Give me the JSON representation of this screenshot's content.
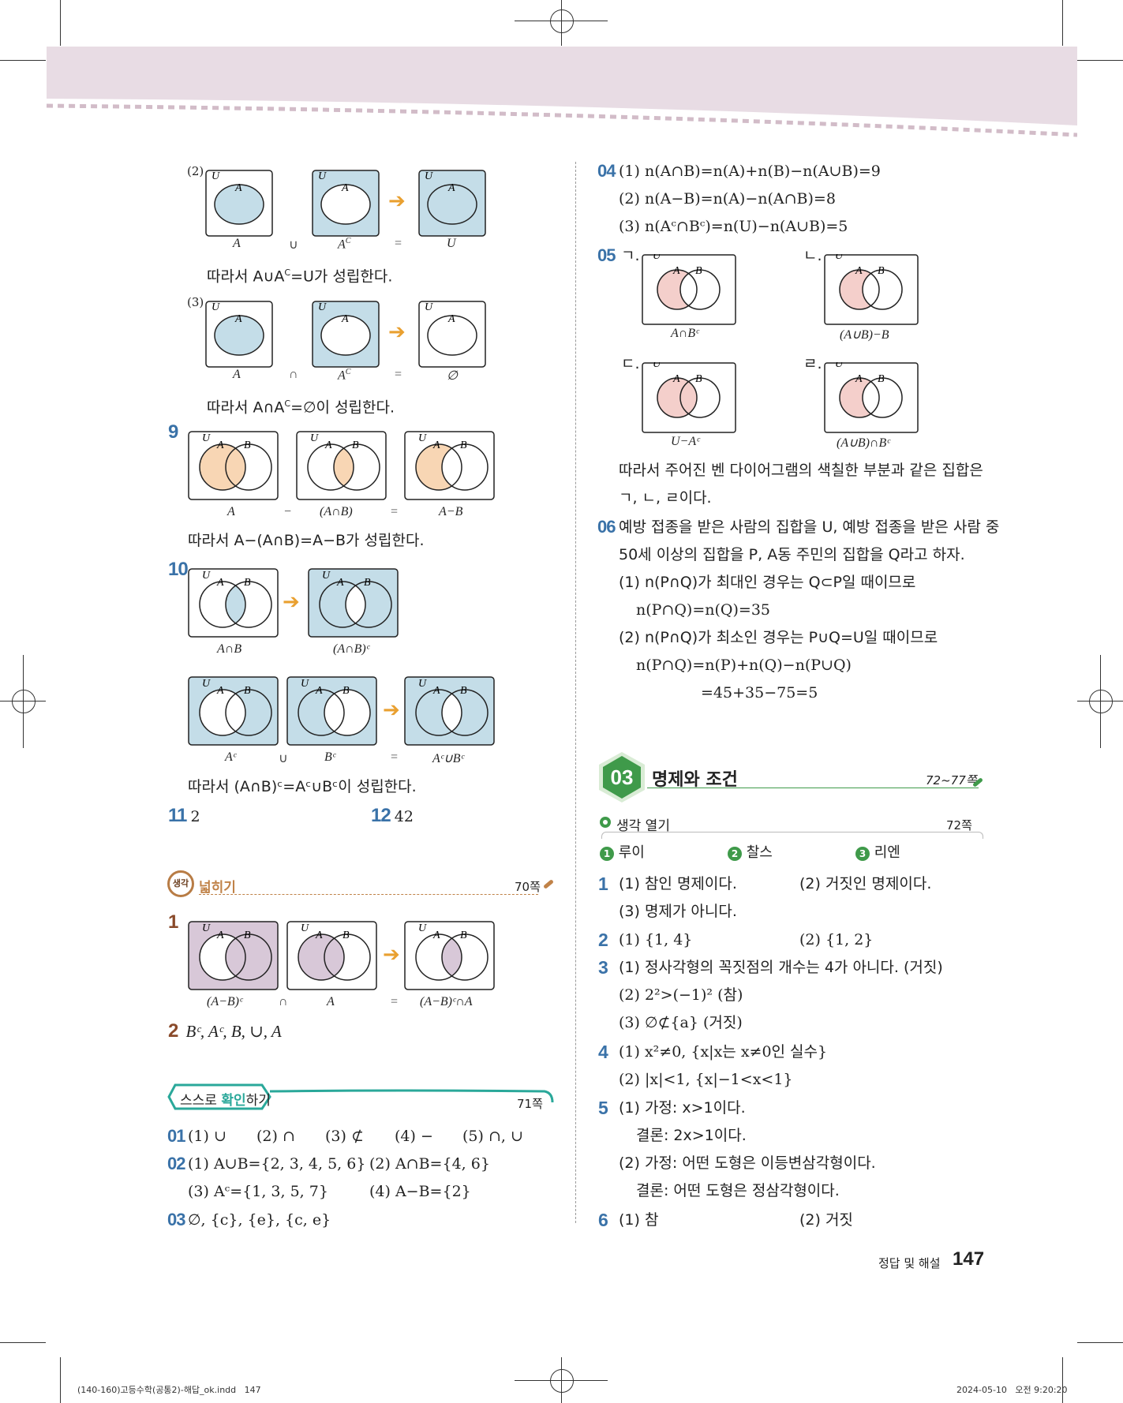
{
  "header": {
    "band_color": "#e8dce4",
    "dash_color": "#d2bcc8"
  },
  "left": {
    "q8_2": {
      "label": "(2)",
      "captions": [
        "A",
        "∪",
        "A",
        "=",
        "U"
      ],
      "conclusion": "따라서 A∪A",
      "conclusion_sup": "C",
      "conclusion_end": "=U가 성립한다."
    },
    "q8_3": {
      "label": "(3)",
      "captions": [
        "A",
        "∩",
        "A",
        "=",
        "∅"
      ],
      "conclusion": "따라서 A∩A",
      "conclusion_sup": "C",
      "conclusion_end": "=∅이 성립한다."
    },
    "q9": {
      "num": "9",
      "captions": [
        "A",
        "−",
        "(A∩B)",
        "=",
        "A−B"
      ],
      "conclusion": "따라서 A−(A∩B)=A−B가 성립한다."
    },
    "q10": {
      "num": "10",
      "captions_top": [
        "A∩B",
        "(A∩B)ᶜ"
      ],
      "captions_bottom": [
        "Aᶜ",
        "∪",
        "Bᶜ",
        "=",
        "Aᶜ∪Bᶜ"
      ],
      "conclusion": "따라서 (A∩B)ᶜ=Aᶜ∪Bᶜ이 성립한다."
    },
    "q11": {
      "num": "11",
      "answer": "2"
    },
    "q12": {
      "num": "12",
      "answer": "42"
    },
    "expand": {
      "badge": "생각",
      "title": "넓히기",
      "page": "70쪽"
    },
    "e1": {
      "num": "1",
      "captions": [
        "(A−B)ᶜ",
        "∩",
        "A",
        "=",
        "(A−B)ᶜ∩A"
      ]
    },
    "e2": {
      "num": "2",
      "answer": "Bᶜ, Aᶜ, B, ∪, A"
    },
    "check": {
      "title_a": "스스로 ",
      "title_b": "확인",
      "title_c": "하기",
      "page": "71쪽"
    },
    "c01": {
      "num": "01",
      "items": [
        "(1) ∪",
        "(2) ∩",
        "(3) ⊄",
        "(4) −",
        "(5) ∩, ∪"
      ]
    },
    "c02": {
      "num": "02",
      "items": [
        "(1) A∪B={2, 3, 4, 5, 6}",
        "(2) A∩B={4, 6}",
        "(3) Aᶜ={1, 3, 5, 7}",
        "(4) A−B={2}"
      ]
    },
    "c03": {
      "num": "03",
      "answer": "∅, {c}, {e}, {c, e}"
    }
  },
  "right": {
    "q04": {
      "num": "04",
      "lines": [
        "(1) n(A∩B)=n(A)+n(B)−n(A∪B)=9",
        "(2) n(A−B)=n(A)−n(A∩B)=8",
        "(3) n(Aᶜ∩Bᶜ)=n(U)−n(A∪B)=5"
      ]
    },
    "q05": {
      "num": "05",
      "items": [
        {
          "mark": "ㄱ.",
          "caption": "A∩Bᶜ"
        },
        {
          "mark": "ㄴ.",
          "caption": "(A∪B)−B"
        },
        {
          "mark": "ㄷ.",
          "caption": "U−Aᶜ"
        },
        {
          "mark": "ㄹ.",
          "caption": "(A∪B)∩Bᶜ"
        }
      ],
      "conclusion1": "따라서 주어진 벤 다이어그램의 색칠한 부분과 같은 집합은",
      "conclusion2": "ㄱ, ㄴ, ㄹ이다."
    },
    "q06": {
      "num": "06",
      "lines": [
        "예방 접종을 받은 사람의 집합을 U, 예방 접종을 받은 사람 중",
        "50세 이상의 집합을 P, A동 주민의 집합을 Q라고 하자.",
        "(1) n(P∩Q)가 최대인 경우는 Q⊂P일 때이므로",
        "n(P∩Q)=n(Q)=35",
        "(2) n(P∩Q)가 최소인 경우는 P∪Q=U일 때이므로",
        "n(P∩Q)=n(P)+n(Q)−n(P∪Q)",
        "=45+35−75=5"
      ]
    },
    "section": {
      "badge": "03",
      "title": "명제와 조건",
      "pages": "72~77쪽"
    },
    "open": {
      "title": "생각 열기",
      "page": "72쪽",
      "answers": [
        "루이",
        "찰스",
        "리엔"
      ],
      "marks": [
        "1",
        "2",
        "3"
      ]
    },
    "a1": {
      "num": "1",
      "items": [
        "(1) 참인 명제이다.",
        "(2) 거짓인 명제이다.",
        "(3) 명제가 아니다."
      ]
    },
    "a2": {
      "num": "2",
      "items": [
        "(1) {1, 4}",
        "(2) {1, 2}"
      ]
    },
    "a3": {
      "num": "3",
      "items": [
        "(1) 정사각형의 꼭짓점의 개수는 4가 아니다. (거짓)",
        "(2) 2²>(−1)² (참)",
        "(3) ∅⊄{a} (거짓)"
      ]
    },
    "a4": {
      "num": "4",
      "items": [
        "(1) x²≠0, {x|x는 x≠0인 실수}",
        "(2) |x|<1, {x|−1<x<1}"
      ]
    },
    "a5": {
      "num": "5",
      "items": [
        "(1) 가정: x>1이다.",
        "결론: 2x>1이다.",
        "(2) 가정: 어떤 도형은 이등변삼각형이다.",
        "결론: 어떤 도형은 정삼각형이다."
      ]
    },
    "a6": {
      "num": "6",
      "items": [
        "(1) 참",
        "(2) 거짓"
      ]
    }
  },
  "footer": {
    "label": "정답 및 해설",
    "page": "147",
    "file": "(140-160)고등수학(공통2)-해답_ok.indd   147",
    "timestamp": "2024-05-10   오전 9:20:20"
  },
  "colors": {
    "blue_fill": "#c4dde8",
    "orange_fill": "#f8d6b4",
    "pink_fill": "#f4cfcb",
    "purple_fill": "#d8c8d8",
    "accent_blue": "#3a72a8",
    "arrow": "#e9a030",
    "green": "#3f9a4a",
    "teal": "#2aa89a",
    "brown": "#b87c45"
  }
}
